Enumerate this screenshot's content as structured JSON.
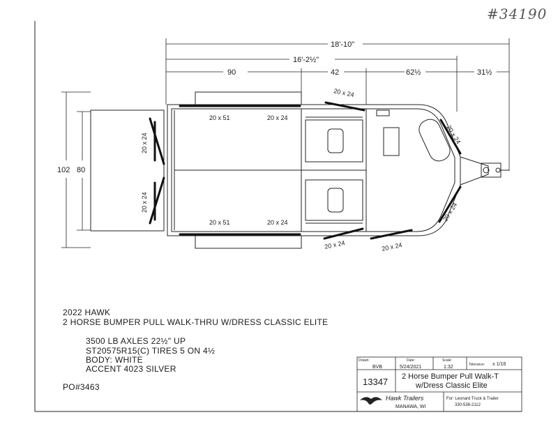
{
  "header": {
    "handwritten_number": "#34190"
  },
  "drawing": {
    "dimensions": {
      "overall_length": "18'-10\"",
      "body_length": "16'-2½\"",
      "seg_rear": "90",
      "seg_mid": "42",
      "seg_front": "62½",
      "seg_tongue": "31½",
      "width_outer": "102",
      "width_inner": "80"
    },
    "window_labels": {
      "rear_upper": "20 x 24",
      "rear_lower": "20 x 24",
      "side_upper_left": "20 x 51",
      "side_upper_right": "20 x 24",
      "side_lower_left": "20 x 51",
      "side_lower_right": "20 x 24",
      "top_drop": "20 x 24",
      "bottom_drop_left": "20 x 24",
      "bottom_drop_right": "20 x 24",
      "nose_upper": "20 x 24",
      "nose_lower": "20 x 24"
    }
  },
  "specs": {
    "model_year": "2022 HAWK",
    "model_name": "2 HORSE BUMPER PULL WALK-THRU W/DRESS CLASSIC ELITE",
    "axles": "3500 LB AXLES 22½\" UP",
    "tires": "ST20575R15(C) TIRES 5 ON 4½",
    "body": "BODY: WHITE",
    "accent": "ACCENT 4023 SILVER",
    "po": "PO#3463"
  },
  "title_block": {
    "drawn_label": "Drawn:",
    "drawn_value": "BVB",
    "date_label": "Date:",
    "date_value": "5/24/2021",
    "scale_label": "Scale:",
    "scale_value": "1:32",
    "tolerance_label": "Tolerance:",
    "tolerance_value": "± 1/16",
    "drawing_number": "13347",
    "title_line1": "2 Horse Bumper Pull Walk-T",
    "title_line2": "w/Dress Classic Elite",
    "company": "Hawk Trailers",
    "company_location": "MANAWA, WI",
    "customer_line1": "For: Leonard Truck & Trailer",
    "customer_line2": "330-538-2112"
  }
}
